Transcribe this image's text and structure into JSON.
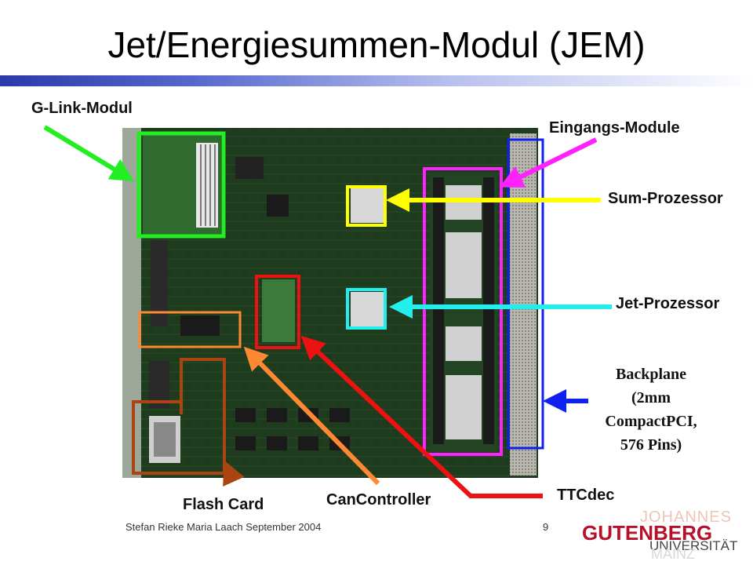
{
  "slide": {
    "title": "Jet/Energiesummen-Modul (JEM)",
    "footer_left": "Stefan Rieke Maria Laach September 2004",
    "page_number": "9"
  },
  "labels": {
    "glink": "G-Link-Modul",
    "eingangs": "Eingangs-Module",
    "sum": "Sum-Prozessor",
    "jet": "Jet-Prozessor",
    "backplane_1": "Backplane",
    "backplane_2": "(2mm",
    "backplane_3": "CompactPCI,",
    "backplane_4": "576 Pins)",
    "ttcdec": "TTCdec",
    "cancontroller": "CanController",
    "flashcard": "Flash Card"
  },
  "logo": {
    "line1": "JOHANNES",
    "line2": "GUTENBERG",
    "line3": "UNIVERSITÄT",
    "line4": "MAINZ"
  },
  "colors": {
    "glink": "#22ee22",
    "eingangs": "#ff22ff",
    "sum": "#ffff00",
    "jet": "#22eeee",
    "backplane": "#1020ee",
    "ttcdec": "#ee1111",
    "cancontroller": "#ff8833",
    "flashcard": "#aa4411",
    "board": "#1e3b1e",
    "title_bar": "#2a3aa8"
  }
}
